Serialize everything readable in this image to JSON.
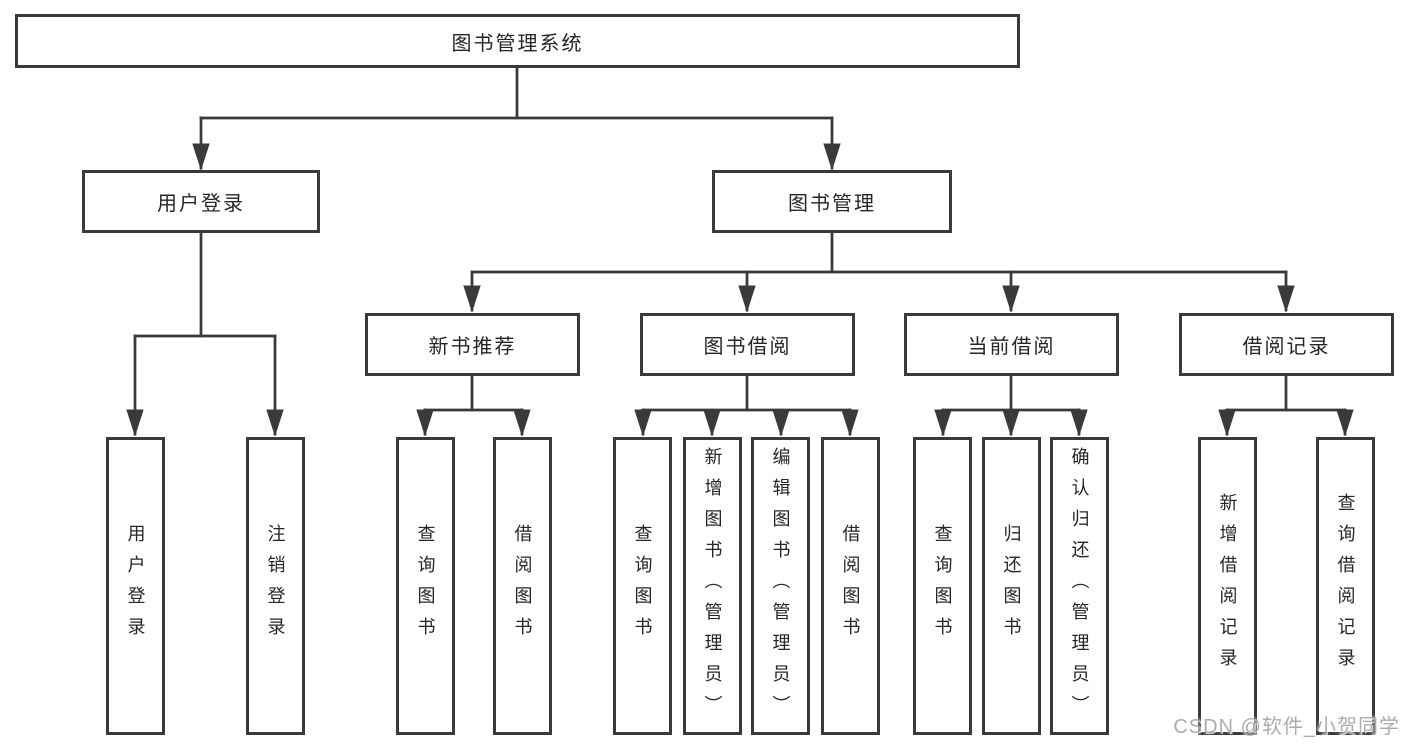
{
  "diagram_type": "tree-structure-chart",
  "watermark": "CSDN @软件_小贺同学",
  "colors": {
    "background": "#ffffff",
    "box_border": "#3a3a3a",
    "connector_line": "#3a3a3a",
    "text": "#262626",
    "watermark_text": "#9e9e9e"
  },
  "nodes": {
    "root": {
      "label": "图书管理系统"
    },
    "user_login": {
      "label": "用户登录"
    },
    "book_mgmt": {
      "label": "图书管理"
    },
    "leaf_user_login": {
      "label": "用户登录"
    },
    "leaf_logout": {
      "label": "注销登录"
    },
    "new_book_rec": {
      "label": "新书推荐"
    },
    "book_borrow": {
      "label": "图书借阅"
    },
    "current_borrow": {
      "label": "当前借阅"
    },
    "borrow_records": {
      "label": "借阅记录"
    },
    "rec_query_books": {
      "label": "查询图书"
    },
    "rec_borrow_books": {
      "label": "借阅图书"
    },
    "bb_query_books": {
      "label": "查询图书"
    },
    "bb_add_books": {
      "label": "新增图书（管理员）"
    },
    "bb_edit_books": {
      "label": "编辑图书（管理员）"
    },
    "bb_borrow_books": {
      "label": "借阅图书"
    },
    "cb_query_books": {
      "label": "查询图书"
    },
    "cb_return_books": {
      "label": "归还图书"
    },
    "cb_confirm_return": {
      "label": "确认归还（管理员）"
    },
    "br_add_record": {
      "label": "新增借阅记录"
    },
    "br_query_record": {
      "label": "查询借阅记录"
    }
  },
  "edges": [
    {
      "from": "root",
      "to": "user_login"
    },
    {
      "from": "root",
      "to": "book_mgmt"
    },
    {
      "from": "user_login",
      "to": "leaf_user_login"
    },
    {
      "from": "user_login",
      "to": "leaf_logout"
    },
    {
      "from": "book_mgmt",
      "to": "new_book_rec"
    },
    {
      "from": "book_mgmt",
      "to": "book_borrow"
    },
    {
      "from": "book_mgmt",
      "to": "current_borrow"
    },
    {
      "from": "book_mgmt",
      "to": "borrow_records"
    },
    {
      "from": "new_book_rec",
      "to": "rec_query_books"
    },
    {
      "from": "new_book_rec",
      "to": "rec_borrow_books"
    },
    {
      "from": "book_borrow",
      "to": "bb_query_books"
    },
    {
      "from": "book_borrow",
      "to": "bb_add_books"
    },
    {
      "from": "book_borrow",
      "to": "bb_edit_books"
    },
    {
      "from": "book_borrow",
      "to": "bb_borrow_books"
    },
    {
      "from": "current_borrow",
      "to": "cb_query_books"
    },
    {
      "from": "current_borrow",
      "to": "cb_return_books"
    },
    {
      "from": "current_borrow",
      "to": "cb_confirm_return"
    },
    {
      "from": "borrow_records",
      "to": "br_add_record"
    },
    {
      "from": "borrow_records",
      "to": "br_query_record"
    }
  ]
}
